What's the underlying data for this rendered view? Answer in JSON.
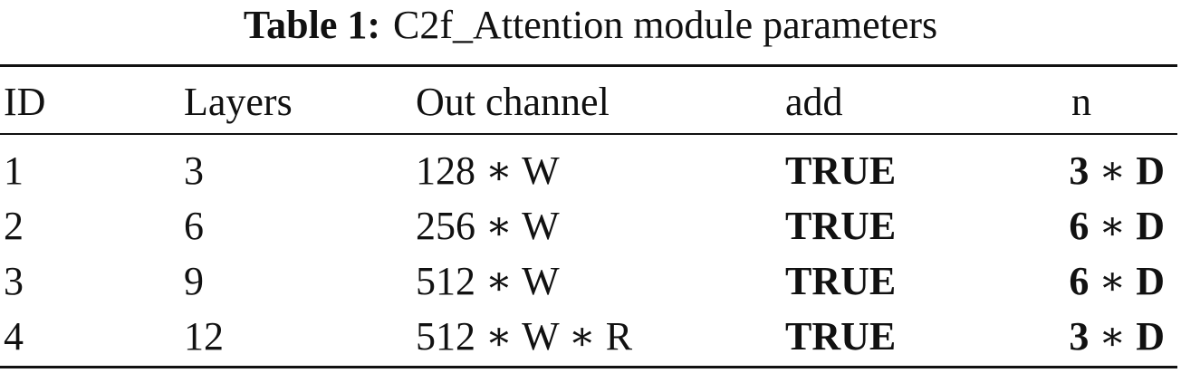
{
  "caption": {
    "label": "Table 1:",
    "text": "C2f_Attention module parameters"
  },
  "table": {
    "headers": [
      "ID",
      "Layers",
      "Out channel",
      "add",
      "n"
    ],
    "rows": [
      {
        "id": "1",
        "layers": "3",
        "out_channel": "128 ∗ W",
        "add": "TRUE",
        "n_num": "3",
        "n_op": " ∗ ",
        "n_var": "D"
      },
      {
        "id": "2",
        "layers": "6",
        "out_channel": "256 ∗ W",
        "add": "TRUE",
        "n_num": "6",
        "n_op": " ∗ ",
        "n_var": "D"
      },
      {
        "id": "3",
        "layers": "9",
        "out_channel": "512 ∗ W",
        "add": "TRUE",
        "n_num": "6",
        "n_op": " ∗ ",
        "n_var": "D"
      },
      {
        "id": "4",
        "layers": "12",
        "out_channel": "512 ∗ W ∗ R",
        "add": "TRUE",
        "n_num": "3",
        "n_op": " ∗ ",
        "n_var": "D"
      }
    ]
  }
}
